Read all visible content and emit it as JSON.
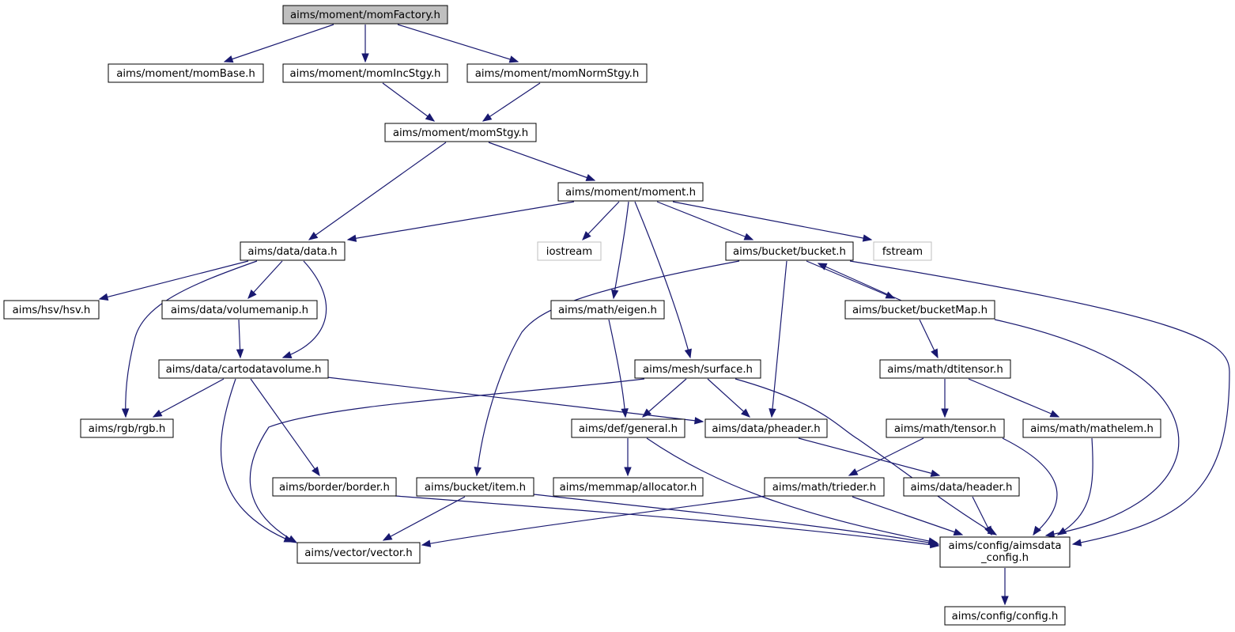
{
  "nodes": {
    "momFactory": "aims/moment/momFactory.h",
    "momBase": "aims/moment/momBase.h",
    "momIncStgy": "aims/moment/momIncStgy.h",
    "momNormStgy": "aims/moment/momNormStgy.h",
    "momStgy": "aims/moment/momStgy.h",
    "moment": "aims/moment/moment.h",
    "data": "aims/data/data.h",
    "iostream": "iostream",
    "bucket": "aims/bucket/bucket.h",
    "fstream": "fstream",
    "hsv": "aims/hsv/hsv.h",
    "volumemanip": "aims/data/volumemanip.h",
    "eigen": "aims/math/eigen.h",
    "bucketMap": "aims/bucket/bucketMap.h",
    "cartodatavolume": "aims/data/cartodatavolume.h",
    "surface": "aims/mesh/surface.h",
    "dtitensor": "aims/math/dtitensor.h",
    "rgb": "aims/rgb/rgb.h",
    "general": "aims/def/general.h",
    "pheader": "aims/data/pheader.h",
    "tensor": "aims/math/tensor.h",
    "mathelem": "aims/math/mathelem.h",
    "border": "aims/border/border.h",
    "item": "aims/bucket/item.h",
    "allocator": "aims/memmap/allocator.h",
    "trieder": "aims/math/trieder.h",
    "header": "aims/data/header.h",
    "vector": "aims/vector/vector.h",
    "aimsdata_config": [
      "aims/config/aimsdata",
      "_config.h"
    ],
    "config": "aims/config/config.h"
  }
}
